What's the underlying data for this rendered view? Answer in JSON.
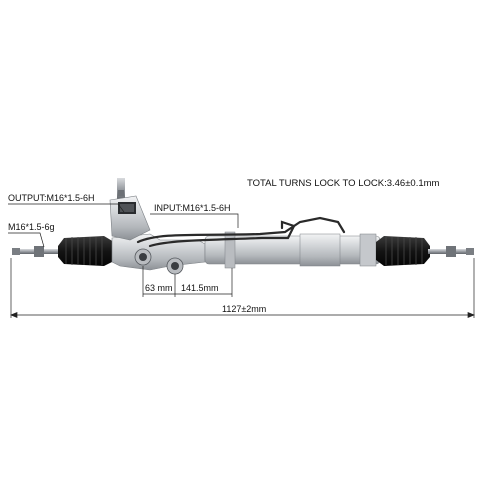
{
  "diagram": {
    "total_turns": "TOTAL TURNS LOCK TO LOCK:3.46±0.1mm",
    "output_label": "OUTPUT:M16*1.5-6H",
    "input_label": "INPUT:M16*1.5-6H",
    "tie_rod_thread": "M16*1.5-6g",
    "dim_63": "63 mm",
    "dim_141": "141.5mm",
    "dim_total": "1127±2mm"
  },
  "colors": {
    "boot": "#161616",
    "housing": "#c9ccd0",
    "rod": "#8e9196",
    "line": "#222222"
  }
}
